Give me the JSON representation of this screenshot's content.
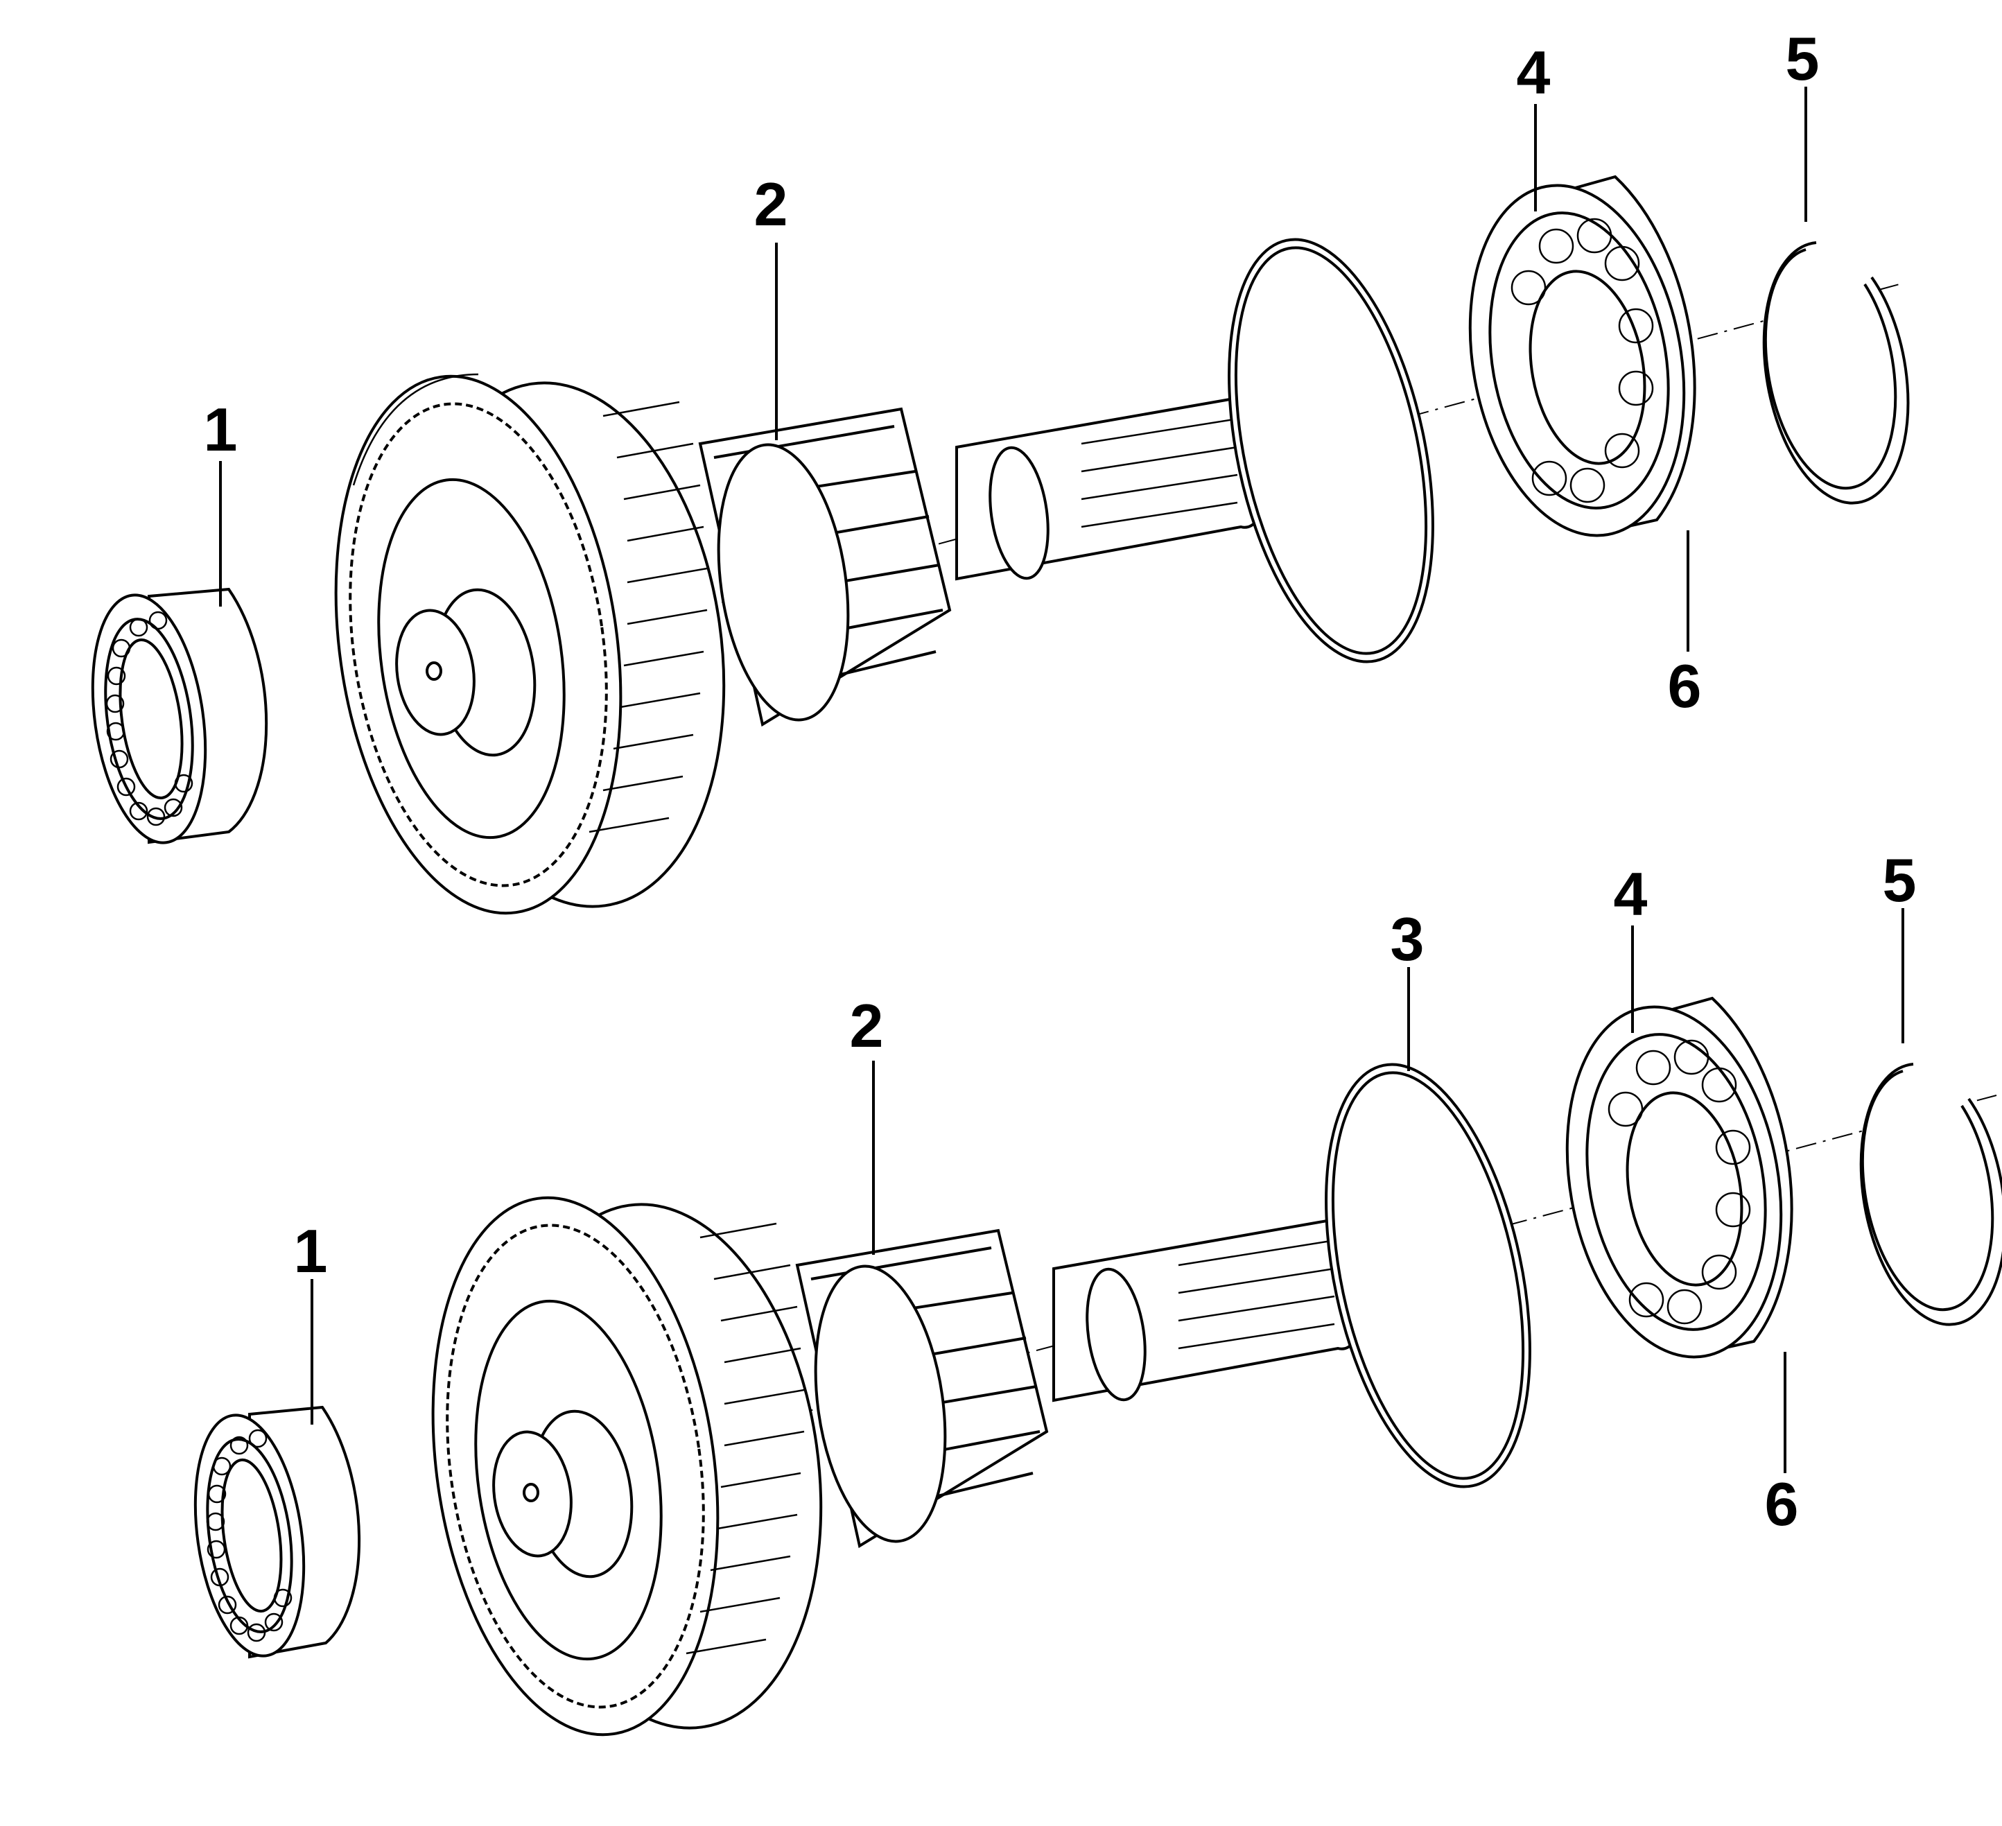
{
  "diagram": {
    "assemblies": [
      {
        "id": "upper",
        "callouts": [
          {
            "text": "1",
            "part": "roller-bearing"
          },
          {
            "text": "2",
            "part": "gear-shaft"
          },
          {
            "text": "4",
            "part": "ball-bearing"
          },
          {
            "text": "5",
            "part": "circlip"
          },
          {
            "text": "6",
            "part": "bearing-snap-ring"
          }
        ]
      },
      {
        "id": "lower",
        "callouts": [
          {
            "text": "1",
            "part": "roller-bearing"
          },
          {
            "text": "2",
            "part": "gear-shaft"
          },
          {
            "text": "3",
            "part": "ring"
          },
          {
            "text": "4",
            "part": "ball-bearing"
          },
          {
            "text": "5",
            "part": "circlip"
          },
          {
            "text": "6",
            "part": "bearing-snap-ring"
          }
        ]
      }
    ]
  }
}
